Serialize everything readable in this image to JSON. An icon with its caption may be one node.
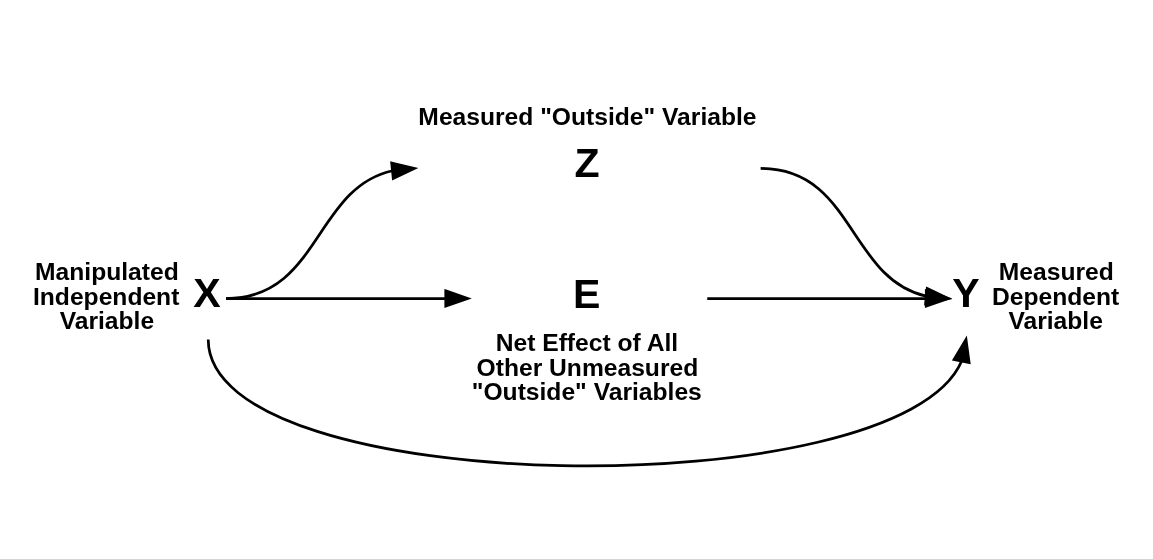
{
  "diagram": {
    "nodes": [
      {
        "text": [
          "X"
        ],
        "beside": [
          "Manipulated Independent Variable"
        ]
      },
      {
        "text": [
          "Z"
        ],
        "beside": [
          "Measured \"Outside\" Variable"
        ]
      },
      {
        "text": [
          "E"
        ],
        "beside": [
          "Net Effect of All Other Unmeasured \"Outside\" Variables"
        ]
      },
      {
        "text": [
          "Y"
        ],
        "beside": [
          "Measured Dependent Variable"
        ]
      }
    ],
    "edges": [
      {
        "from": 0,
        "to": 1,
        "arrow": "to"
      },
      {
        "from": 1,
        "to": 3,
        "arrow": "to"
      },
      {
        "from": 0,
        "to": 3,
        "arrow": "to"
      },
      {
        "from": 0,
        "to": 2,
        "arrow": "to"
      },
      {
        "from": 2,
        "to": 3,
        "arrow": "to"
      }
    ]
  }
}
